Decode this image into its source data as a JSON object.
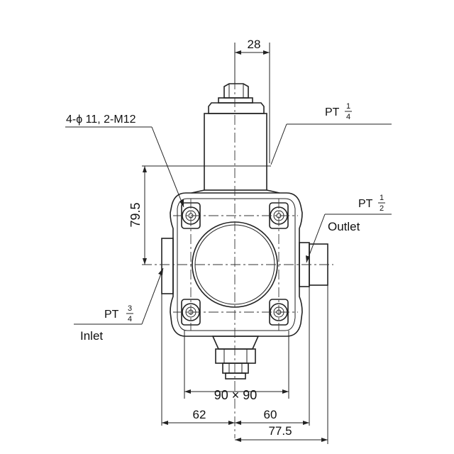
{
  "labels": {
    "bolt_spec": "4-ϕ 11, 2-M12",
    "pt_quarter": {
      "base": "PT",
      "num": "1",
      "den": "4"
    },
    "pt_half": {
      "base": "PT",
      "num": "1",
      "den": "2"
    },
    "pt_three_quarter": {
      "base": "PT",
      "num": "3",
      "den": "4"
    },
    "outlet": "Outlet",
    "inlet": "Inlet"
  },
  "dimensions": {
    "top_width": "28",
    "height": "79.5",
    "bolt_square": "90 × 90",
    "left_width": "62",
    "right_width": "60",
    "overall_right": "77.5"
  }
}
